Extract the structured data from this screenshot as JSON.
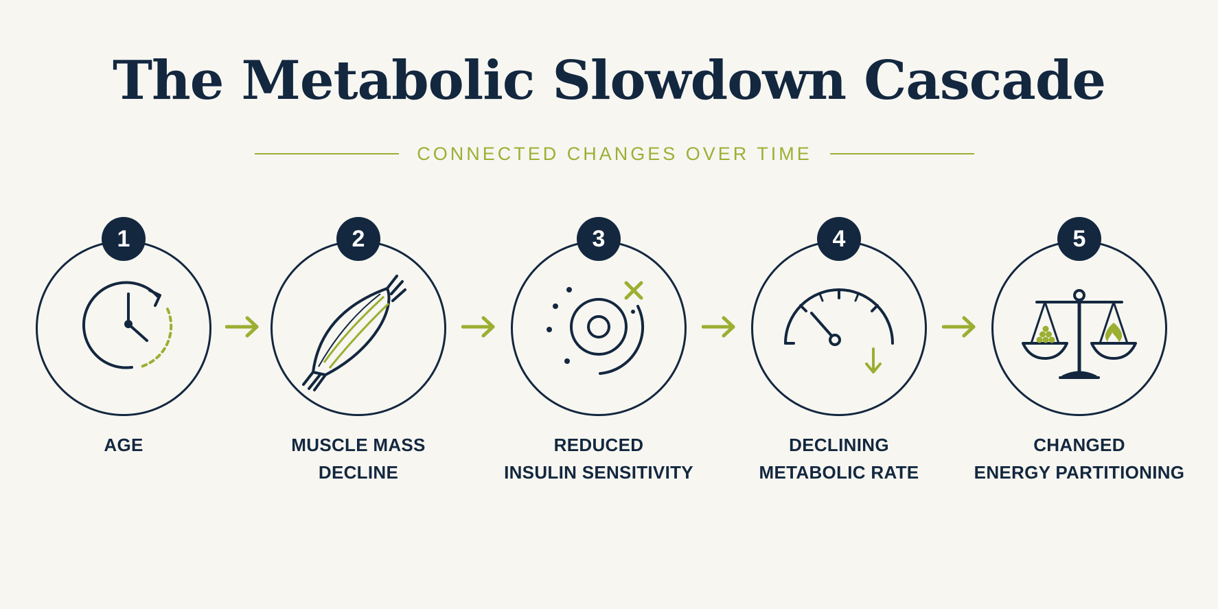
{
  "title": "The Metabolic Slowdown Cascade",
  "subtitle": "CONNECTED CHANGES OVER TIME",
  "colors": {
    "navy": "#13273f",
    "accent": "#9bb032",
    "background": "#f8f6f1"
  },
  "steps": [
    {
      "number": "1",
      "label_lines": [
        "AGE",
        ""
      ],
      "icon": "clock-icon"
    },
    {
      "number": "2",
      "label_lines": [
        "MUSCLE MASS",
        "DECLINE"
      ],
      "icon": "muscle-icon"
    },
    {
      "number": "3",
      "label_lines": [
        "REDUCED",
        "INSULIN SENSITIVITY"
      ],
      "icon": "cell-receptor-icon"
    },
    {
      "number": "4",
      "label_lines": [
        "DECLINING",
        "METABOLIC RATE"
      ],
      "icon": "gauge-icon"
    },
    {
      "number": "5",
      "label_lines": [
        "CHANGED",
        "ENERGY PARTITIONING"
      ],
      "icon": "balance-scale-icon"
    }
  ]
}
